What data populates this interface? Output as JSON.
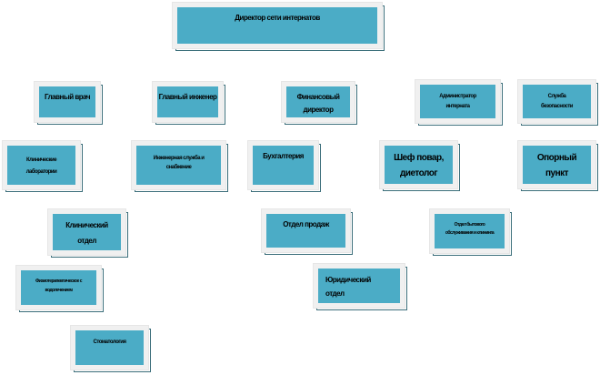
{
  "nodes": {
    "director": "Директор сети интернатов",
    "chief_doctor": "Главный врач",
    "chief_engineer": "Главный инженер",
    "financial_director": "Финансовый директор",
    "boarding_admin": "Администратор интерната",
    "security": "Служба безопасности",
    "clinical_labs": "Клинические лаборатории",
    "engineering_supply": "Инженерная служба и снабжение",
    "accounting": "Бухгалтерия",
    "chef": "Шеф повар, диетолог",
    "support_point": "Опорный пункт",
    "clinical_dept": "Клинический отдел",
    "sales_dept": "Отдел продаж",
    "household_dept": "Отдел бытового обслуживания и клининга",
    "physiotherapy": "Физиотерапевтическое с водолечением",
    "legal_dept": "Юридический отдел",
    "dentistry": "Стоматология"
  },
  "colors": {
    "box_fill": "#4bacc6",
    "box_frame": "#f0f0f0"
  }
}
